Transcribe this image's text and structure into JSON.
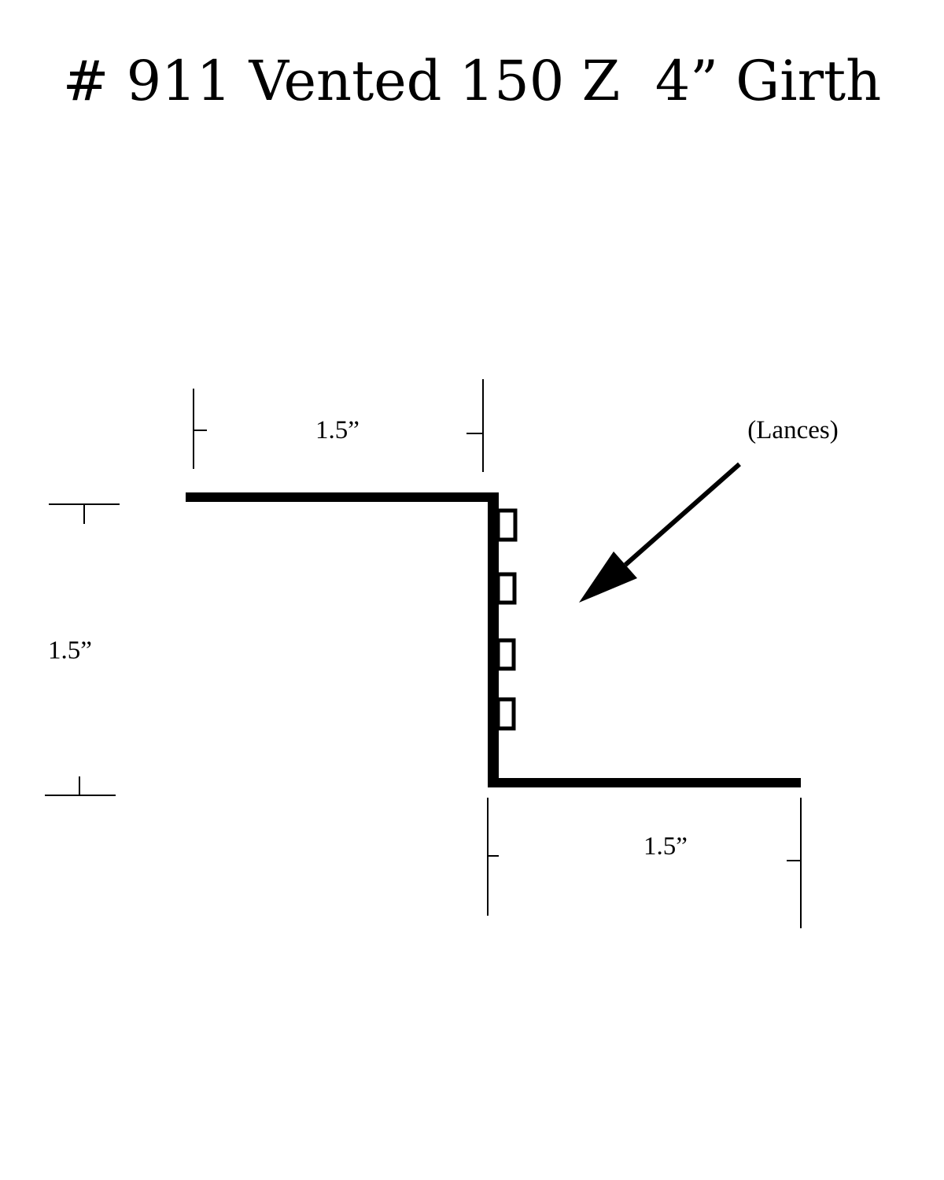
{
  "title": "# 911 Vented 150 Z  4” Girth",
  "dimensions": {
    "top_flange": "1.5”",
    "web_height": "1.5”",
    "bottom_flange": "1.5”"
  },
  "callout": {
    "label": "(Lances)"
  },
  "lances": {
    "count": 4
  },
  "colors": {
    "line": "#000000",
    "background": "#ffffff"
  }
}
